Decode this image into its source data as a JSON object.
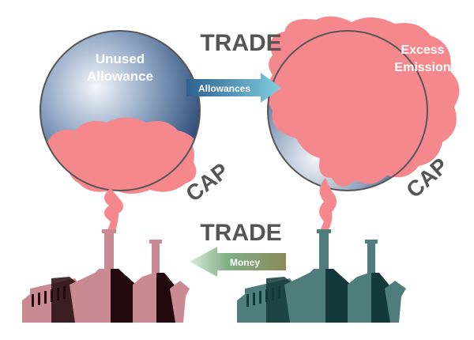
{
  "labels": {
    "trade_top": "TRADE",
    "trade_bottom": "TRADE",
    "cap_left": "CAP",
    "cap_right": "CAP",
    "unused_line1": "Unused",
    "unused_line2": "Allowance",
    "excess_line1": "Excess",
    "excess_line2": "Emission",
    "allowances_arrow": "Allowances",
    "money_arrow": "Money"
  },
  "colors": {
    "pollution": "#f4888c",
    "circle_blue": "#2d4f7e",
    "left_factory": "#c98a93",
    "left_factory_dark": "#220a0c",
    "right_factory": "#4f7d7c",
    "right_factory_dark": "#123a3a",
    "text_gray": "#555555"
  }
}
